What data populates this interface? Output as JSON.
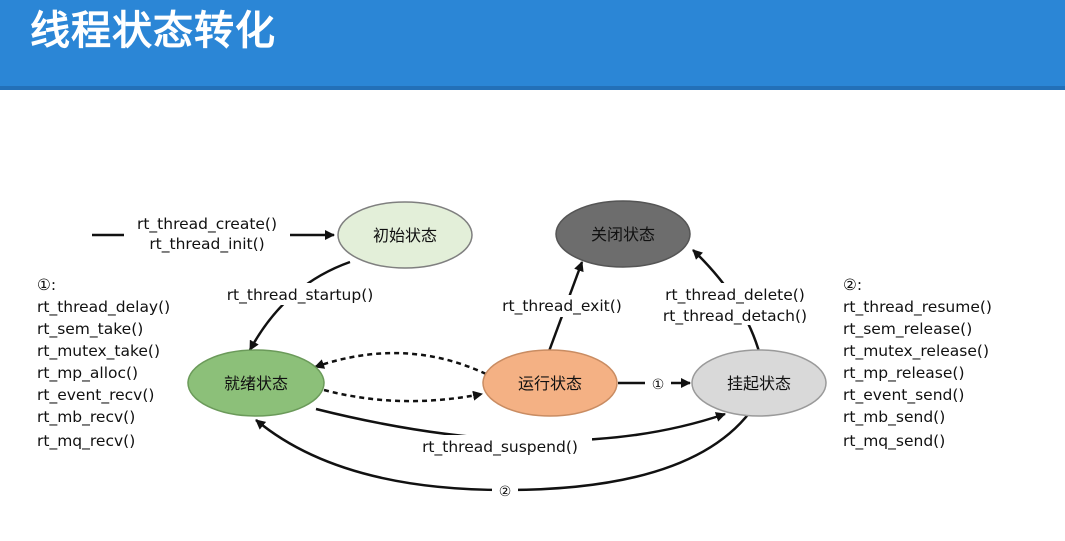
{
  "title": "线程状态转化",
  "states": {
    "init": "初始状态",
    "ready": "就绪状态",
    "running": "运行状态",
    "suspended": "挂起状态",
    "closed": "关闭状态"
  },
  "transitions": {
    "create": "rt_thread_create()",
    "init": "rt_thread_init()",
    "startup": "rt_thread_startup()",
    "exit": "rt_thread_exit()",
    "delete": "rt_thread_delete()",
    "detach": "rt_thread_detach()",
    "suspend": "rt_thread_suspend()",
    "marker1": "①",
    "marker2": "②"
  },
  "list_suspend": {
    "heading": "①:",
    "items": [
      "rt_thread_delay()",
      "rt_sem_take()",
      "rt_mutex_take()",
      "rt_mp_alloc()",
      "rt_event_recv()",
      "rt_mb_recv()",
      "rt_mq_recv()"
    ]
  },
  "list_resume": {
    "heading": "②:",
    "items": [
      "rt_thread_resume()",
      "rt_sem_release()",
      "rt_mutex_release()",
      "rt_mp_release()",
      "rt_event_send()",
      "rt_mb_send()",
      "rt_mq_send()"
    ]
  },
  "colors": {
    "init": "#e3efd9",
    "ready": "#8cc079",
    "running": "#f4b184",
    "suspended": "#d9d9d9",
    "closed": "#6d6d6d"
  }
}
